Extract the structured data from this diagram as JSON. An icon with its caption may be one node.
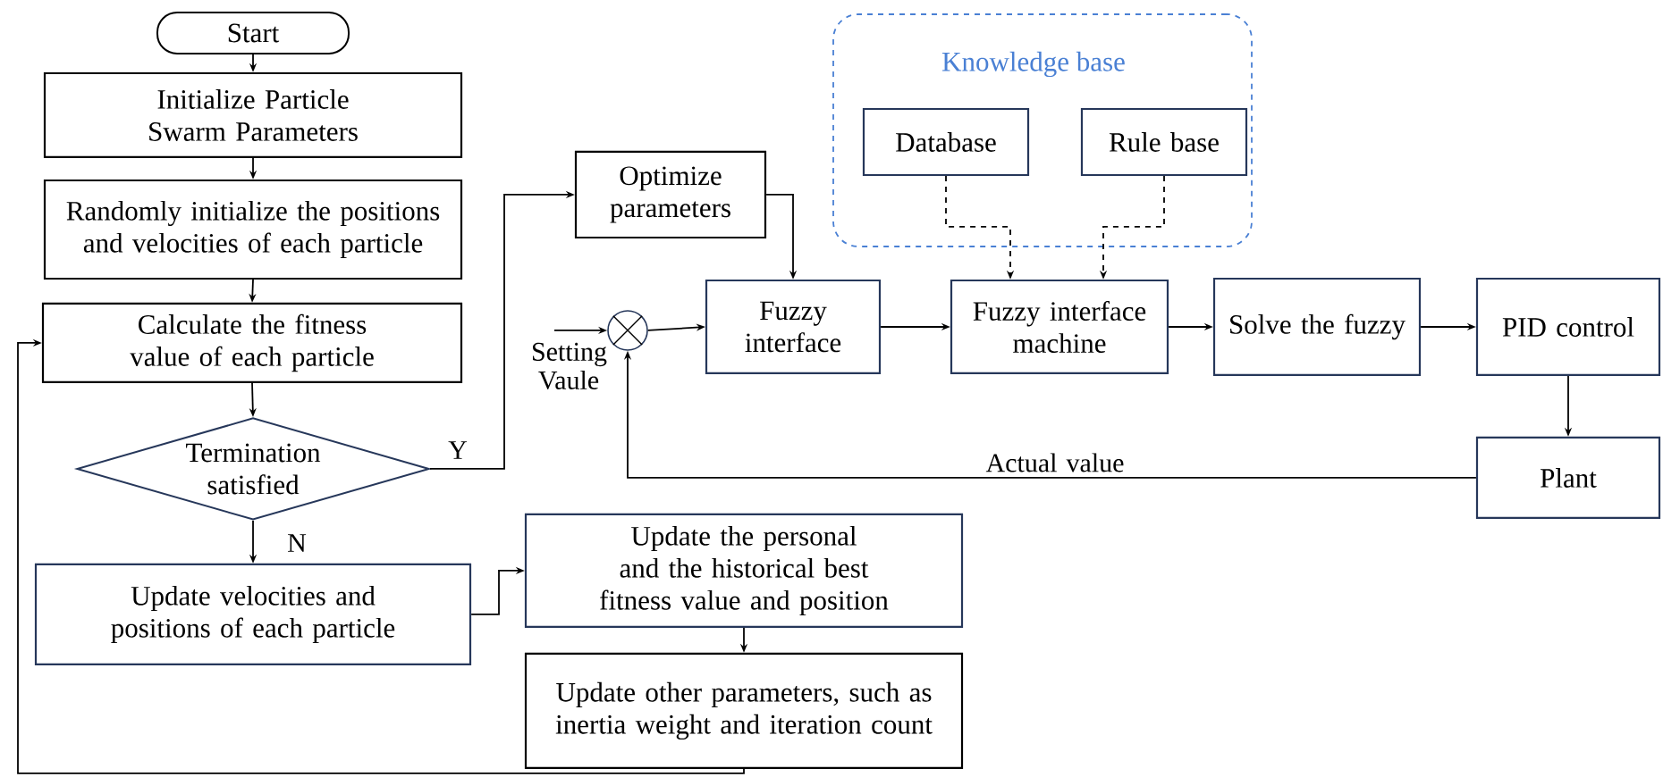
{
  "diagram": {
    "nodes": [
      {
        "text": [
          "Start"
        ]
      },
      {
        "text": [
          "Initialize Particle Swarm Parameters"
        ]
      },
      {
        "text": [
          "Randomly initialize the positions and velocities of each particle"
        ]
      },
      {
        "text": [
          "Calculate the fitness value of each particle"
        ]
      },
      {
        "text": [
          "Termination satisfied"
        ]
      },
      {
        "text": [
          "Update velocities and positions of each particle"
        ]
      },
      {
        "text": [
          "Update the personal and the historical best fitness value and position"
        ]
      },
      {
        "text": [
          "Update other parameters, such as inertia weight and iteration count"
        ]
      },
      {
        "text": [
          "Optimize parameters"
        ]
      },
      {
        "text": [],
        "shape": "circle"
      },
      {
        "text": [
          "Knowledge base"
        ]
      },
      {
        "text": [
          "Database"
        ],
        "in": 10
      },
      {
        "text": [
          "Rule base"
        ],
        "in": 10
      },
      {
        "text": [
          "Fuzzy interface"
        ]
      },
      {
        "text": [
          "Fuzzy interface machine"
        ]
      },
      {
        "text": [
          "Solve the fuzzy"
        ]
      },
      {
        "text": [
          "PID control"
        ]
      },
      {
        "text": [
          "Plant"
        ]
      }
    ],
    "edges": [
      {
        "from": 0,
        "to": 1,
        "arrow": "to"
      },
      {
        "from": 1,
        "to": 2,
        "arrow": "to"
      },
      {
        "from": 2,
        "to": 3,
        "arrow": "to"
      },
      {
        "from": 3,
        "to": 4,
        "arrow": "to"
      },
      {
        "from": 4,
        "to": 8,
        "arrow": "to",
        "label": "Y"
      },
      {
        "from": 4,
        "to": 5,
        "arrow": "to",
        "label": "N"
      },
      {
        "from": 5,
        "to": 6,
        "arrow": "to"
      },
      {
        "from": 6,
        "to": 7,
        "arrow": "to"
      },
      {
        "from": 7,
        "to": 3,
        "arrow": "to"
      },
      {
        "from": 8,
        "to": 13,
        "arrow": "to"
      },
      {
        "from": null,
        "to": 9,
        "arrow": "to",
        "label": "Setting Vaule"
      },
      {
        "from": 9,
        "to": 13,
        "arrow": "to"
      },
      {
        "from": 13,
        "to": 14,
        "arrow": "to"
      },
      {
        "from": 11,
        "to": 14,
        "arrow": "to",
        "style": "dashed"
      },
      {
        "from": 12,
        "to": 14,
        "arrow": "to",
        "style": "dashed"
      },
      {
        "from": 14,
        "to": 15,
        "arrow": "to"
      },
      {
        "from": 15,
        "to": 16,
        "arrow": "to"
      },
      {
        "from": 16,
        "to": 17,
        "arrow": "to"
      },
      {
        "from": 17,
        "to": 9,
        "arrow": "to",
        "label": "Actual value"
      }
    ]
  }
}
